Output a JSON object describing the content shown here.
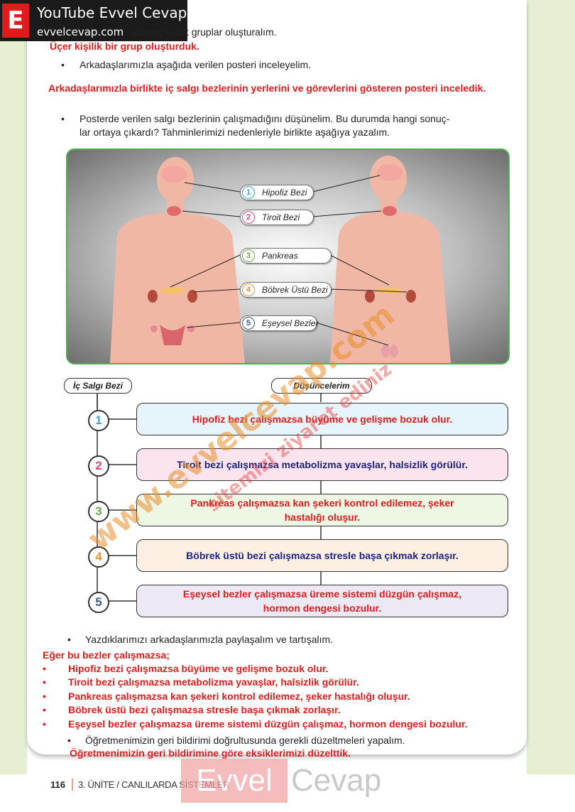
{
  "brand": {
    "letter": "E",
    "title": "YouTube Evvel Cevap",
    "site": "evvelcevap.com"
  },
  "intro": {
    "q1": "dörder kişilik gruplar oluşturalım.",
    "a1": "Üçer kişilik bir grup oluşturduk.",
    "q2": "Arkadaşlarımızla aşağıda verilen posteri inceleyelim.",
    "a2": "Arkadaşlarımızla birlikte iç salgı bezlerinin yerlerini ve görevlerini gösteren posteri inceledik.",
    "q3_line1": "Posterde verilen salgı bezlerinin çalışmadığını düşünelim. Bu durumda hangi sonuç-",
    "q3_line2": "lar ortaya çıkardı? Tahminlerimizi nedenleriyle birlikte aşağıya yazalım."
  },
  "poster": {
    "glands": [
      {
        "num": "1",
        "label": "Hipofiz Bezi"
      },
      {
        "num": "2",
        "label": "Tiroit Bezi"
      },
      {
        "num": "3",
        "label": "Pankreas"
      },
      {
        "num": "4",
        "label": "Böbrek Üstü Bezi"
      },
      {
        "num": "5",
        "label": "Eşeysel Bezler"
      }
    ]
  },
  "table": {
    "col1": "İç Salgı Bezi",
    "col2": "Düşüncelerim",
    "rows": [
      {
        "num": "1",
        "text": "Hipofiz bezi çalışmazsa büyüme ve gelişme bozuk olur.",
        "color": "#e01b1b",
        "bg": "#e6f4fb",
        "numColor": "#3aa5d8"
      },
      {
        "num": "2",
        "text": "Tiroit bezi çalışmazsa metabolizma yavaşlar, halsizlik görülür.",
        "color": "#1a237e",
        "bg": "#fbe4ee",
        "numColor": "#e0457b"
      },
      {
        "num": "3",
        "text_line1": "Pankreas çalışmazsa kan şekeri kontrol edilemez, şeker",
        "text_line2": "hastalığı oluşur.",
        "color": "#e01b1b",
        "bg": "#eef6e4",
        "numColor": "#6aa84f"
      },
      {
        "num": "4",
        "text": "Böbrek üstü bezi çalışmazsa stresle başa çıkmak zorlaşır.",
        "color": "#1a237e",
        "bg": "#fdf0e2",
        "numColor": "#e69138"
      },
      {
        "num": "5",
        "text_line1": "Eşeysel bezler çalışmazsa üreme sistemi düzgün çalışmaz,",
        "text_line2": "hormon dengesi bozulur.",
        "color": "#e01b1b",
        "bg": "#ece8f4",
        "numColor": "#3d5a80"
      }
    ]
  },
  "share": {
    "q": "Yazdıklarımızı arkadaşlarımızla paylaşalım ve tartışalım.",
    "a_title": "Eğer bu bezler çalışmazsa;",
    "a_items": [
      "Hipofiz bezi çalışmazsa büyüme ve gelişme bozuk olur.",
      "Tiroit bezi çalışmazsa metabolizma yavaşlar, halsizlik görülür.",
      "Pankreas çalışmazsa kan şekeri kontrol edilemez, şeker hastalığı oluşur.",
      "Böbrek üstü bezi çalışmazsa stresle başa çıkmak zorlaşır.",
      "Eşeysel bezler çalışmazsa üreme sistemi düzgün çalışmaz, hormon dengesi bozulur."
    ],
    "q2": "Öğretmenimizin geri bildirimi doğrultusunda gerekli düzeltmeleri yapalım.",
    "a2": "Öğretmenimizin geri bildirimine göre eksiklerimizi düzelttik."
  },
  "footer": {
    "page": "116",
    "unit": "3. ÜNİTE / CANLILARDA SİSTEMLER"
  },
  "watermark": {
    "evvel": "Evvel",
    "cevap": "Cevap",
    "diag1": "www.evvelcevap.com",
    "diag2": "sitemizi ziyaret ediniz"
  },
  "colors": {
    "accent_red": "#e01b1b",
    "navy": "#1a237e",
    "poster_border": "#4caf50",
    "margin_green": "#e6efd2"
  }
}
